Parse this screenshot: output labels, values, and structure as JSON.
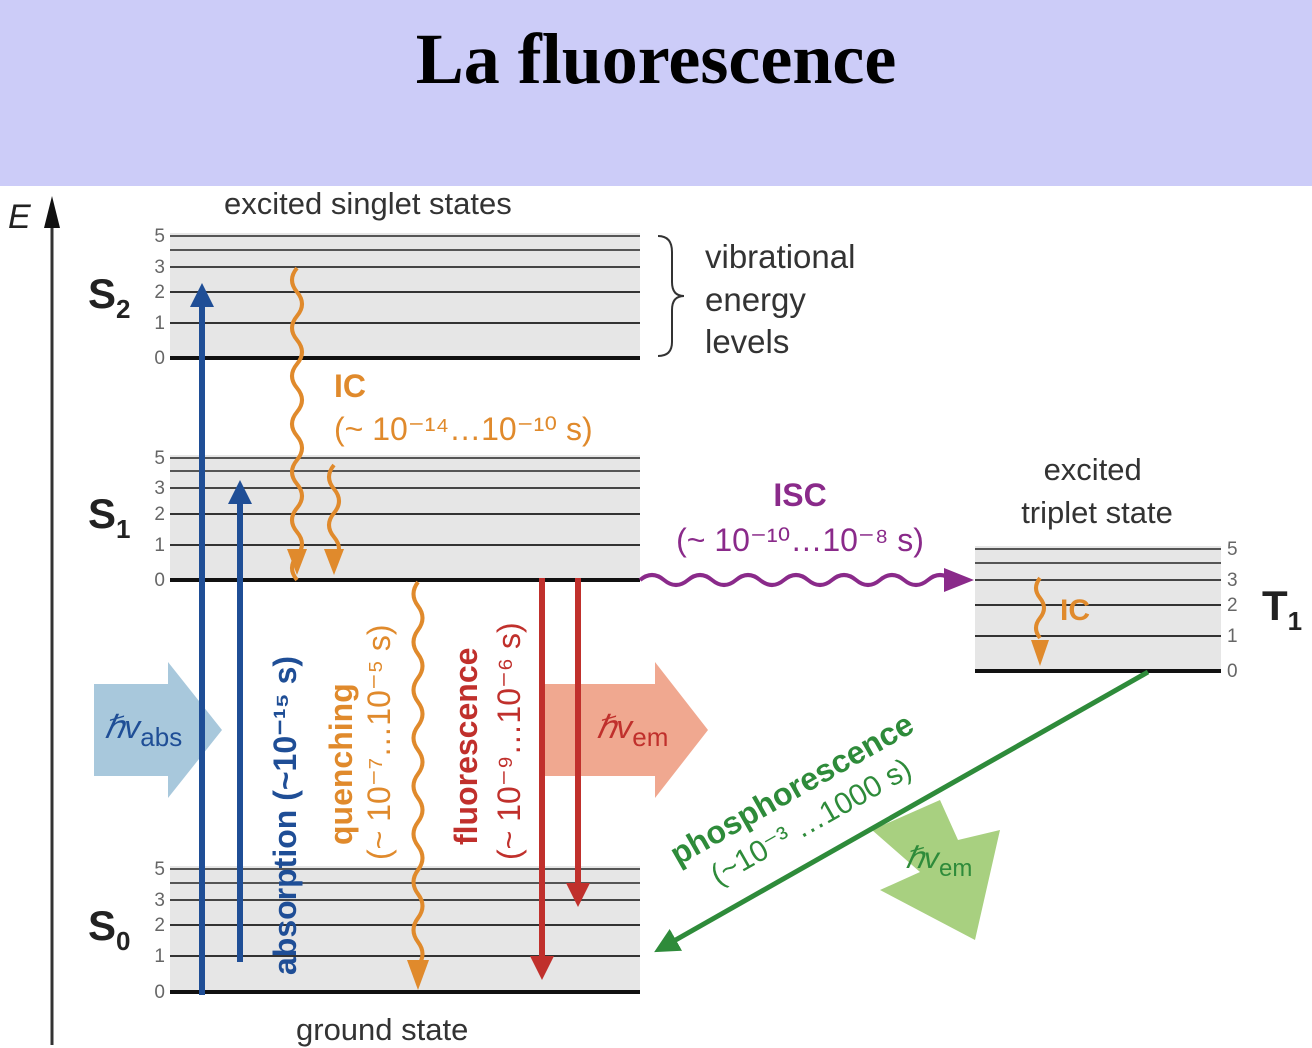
{
  "slide": {
    "title": "La fluorescence"
  },
  "diagram": {
    "axis_label": "E",
    "captions": {
      "excited_singlet": "excited singlet states",
      "ground": "ground state",
      "vibrational": [
        "vibrational",
        "energy",
        "levels"
      ],
      "triplet": [
        "excited",
        "triplet state"
      ]
    },
    "states": {
      "S2": {
        "main": "S",
        "sub": "2"
      },
      "S1": {
        "main": "S",
        "sub": "1"
      },
      "S0": {
        "main": "S",
        "sub": "0"
      },
      "T1": {
        "main": "T",
        "sub": "1"
      }
    },
    "level_numbers": [
      "0",
      "1",
      "2",
      "3",
      "5"
    ],
    "ic_main": {
      "name": "IC",
      "time": "(~ 10⁻¹⁴…10⁻¹⁰ s)"
    },
    "ic_triplet": "IC",
    "isc": {
      "name": "ISC",
      "time": "(~ 10⁻¹⁰…10⁻⁸ s)"
    },
    "absorption": "absorption (~10⁻¹⁵ s)",
    "quenching": {
      "name": "quenching",
      "time": "(~ 10⁻⁷…10⁻⁵ s)"
    },
    "fluorescence": {
      "name": "fluorescence",
      "time": "(~ 10⁻⁹…10⁻⁶ s)"
    },
    "phosphorescence": {
      "name": "phosphorescence",
      "time": "(~10⁻³ …1000 s)"
    },
    "photons": {
      "abs": {
        "main": "ℏv",
        "sub": "abs"
      },
      "em": {
        "main": "ℏv",
        "sub": "em"
      }
    },
    "colors": {
      "absorption": "#1f4e96",
      "ic": "#e08a2c",
      "isc": "#8a2a8a",
      "fluorescence": "#c0302c",
      "phosphorescence": "#2e8b3a",
      "photon_abs": "#a8c8dc",
      "photon_em_fluor": "#f0a890",
      "photon_em_phos": "#a8d080"
    }
  }
}
